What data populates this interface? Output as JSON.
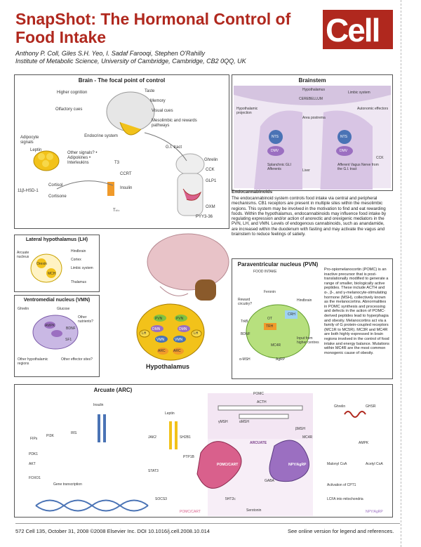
{
  "header": {
    "title": "SnapShot: The Hormonal Control of Food Intake",
    "authors": "Anthony P. Coll, Giles S.H. Yeo, I. Sadaf Farooqi, Stephen O'Rahilly",
    "affiliation": "Institute of Metabolic Science, University of Cambridge, Cambridge, CB2 0QQ, UK",
    "journal_logo": "Cell"
  },
  "brain_panel": {
    "title": "Brain - The focal point of control",
    "labels": [
      "Higher cognition",
      "Olfactory cues",
      "Taste",
      "Memory",
      "Visual cues",
      "Mesolimbic and rewards pathways",
      "Endocrine system",
      "Adipocyte signals",
      "Leptin",
      "Other signals? • Adipokines • Interleukins",
      "T3",
      "CCRT",
      "Cortisol",
      "11β-HSD-1",
      "Cortisone",
      "Insulin",
      "G.I. tract",
      "Ghrelin",
      "CCK",
      "GLP1",
      "OXM",
      "PYY3-36",
      "Tₖₗ₇"
    ]
  },
  "brainstem_panel": {
    "title": "Brainstem",
    "labels": [
      "CEREBELLUM",
      "Hypothalamus",
      "Limbic system",
      "Hypothalamic projection",
      "Area postrema",
      "Autonomic effectors",
      "NTS",
      "NTS",
      "DMV",
      "DMV",
      "Splanchnic GLI Afferents",
      "Liver",
      "Afferent Vagus Nerve from the G.I. tract",
      "CCK"
    ]
  },
  "endocannabinoids": {
    "title": "Endocannabinoids",
    "text": "The endocannabinoid system controls food intake via central and peripheral mechanisms. CB1 receptors are present in multiple sites within the mesolimbic regions. This system may be involved in the motivation to find and eat rewarding foods. Within the hypothalamus, endocannabinoids may influence food intake by regulating expression and/or action of anorectic and orexigenic mediators in the PVN, LH, and VMN. Levels of endogenous cannabinoids, such as anandamide, are increased within the duodenum with fasting and may activate the vagus and brainstem to reduce feelings of satiety."
  },
  "lh_panel": {
    "title": "Lateral hypothalamus (LH)",
    "labels": [
      "Arcuate nucleus",
      "Hindbrain",
      "Cortex",
      "Limbic system",
      "Thalamus",
      "Orexin",
      "MCH"
    ]
  },
  "vmn_panel": {
    "title": "Ventromedial nucleus (VMN)",
    "labels": [
      "Ghrelin",
      "Glucose",
      "Other nutrients?",
      "AMPK",
      "BDNF",
      "SF1",
      "Other hypothalamic regions",
      "Other effector sites?"
    ]
  },
  "hypothalamus": {
    "label": "Hypothalamus",
    "nuclei": [
      "PVN",
      "PVN",
      "DMN",
      "DMN",
      "VMN",
      "VMN",
      "LH",
      "LH",
      "ARC",
      "ARC"
    ]
  },
  "pvn_panel": {
    "title": "Paraventricular nucleus (PVN)",
    "labels": [
      "FOOD INTAKE",
      "Reward circuitry?",
      "Feronin",
      "Hindbrain",
      "TrkB",
      "BDNF",
      "TRH",
      "OT",
      "CRH",
      "MC4R",
      "Input from higher centres",
      "α-MSH",
      "AgRP"
    ],
    "text": "Pro-opiomelanocortin (POMC) is an inactive precursor that is post-translationally modified to generate a range of smaller, biologically active peptides. These include ACTH and α-, β-, and γ-melanocyte-stimulating hormone (MSH), collectively known as the melanocortins. Abnormalities in POMC synthesis and processing and defects in the action of POMC-derived peptides lead to hyperphagia and obesity. Melanocortins act via a family of G protein-coupled receptors (MC1R to MC5R). MC3R and MC4R are both highly expressed in brain regions involved in the control of food intake and energy balance. Mutations within MC4R are the most common monogenic cause of obesity."
  },
  "arcuate_panel": {
    "title": "Arcuate (ARC)",
    "labels": [
      "Insulin",
      "Leptin",
      "IRS",
      "PI3K",
      "FIPs",
      "PDK1",
      "AKT",
      "FOXO1",
      "Gene transcription",
      "JAK2",
      "SH2B1",
      "STAT3",
      "SOCS3",
      "PTP1B",
      "POMC",
      "ACTH",
      "γMSH",
      "αMSH",
      "βMSH",
      "ARCUATE",
      "POMC/CART",
      "NPY/AgRP",
      "GABA",
      "Serotonin",
      "5HT2c",
      "MC4R",
      "Ghrelin",
      "GHSR",
      "AMPK",
      "Malonyl CoA",
      "Acetyl CoA",
      "Activation of CPT1",
      "LCFA into mitochondria",
      "POMC/CART",
      "NPY/AgRP"
    ]
  },
  "footer": {
    "left": "572   Cell 135, October 31, 2008 ©2008 Elsevier Inc.   DOI 10.1016/j.cell.2008.10.014",
    "right": "See online version for legend and references."
  },
  "colors": {
    "title_red": "#b0281e",
    "yellow": "#f2c21a",
    "green": "#7fc241",
    "purple": "#9b6fc1",
    "pink": "#d9608c",
    "blue": "#4a73b5",
    "orange": "#f09a2a"
  }
}
